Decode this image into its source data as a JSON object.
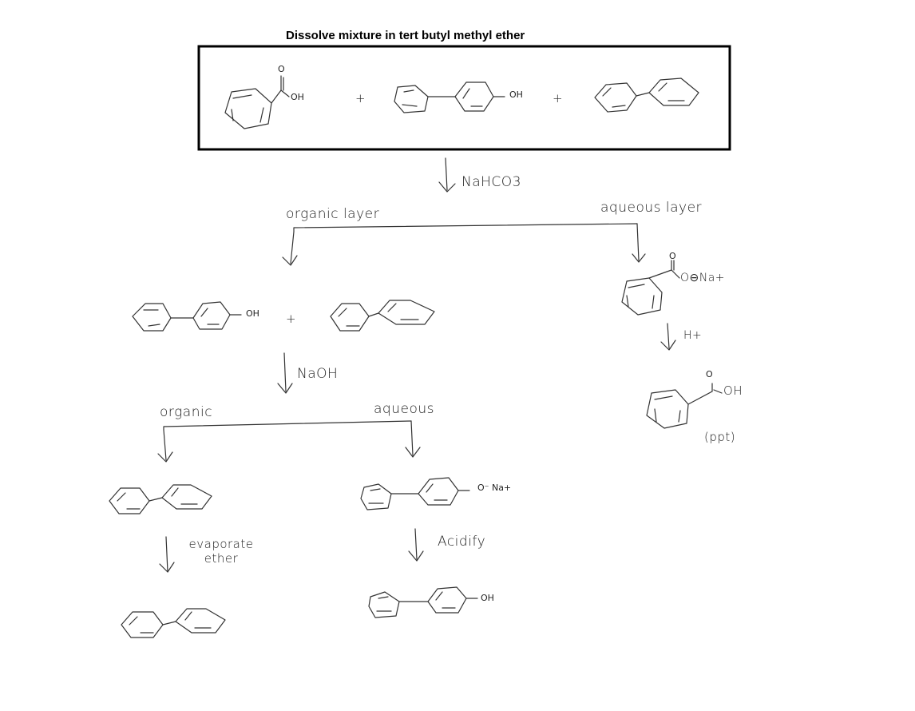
{
  "title": "Dissolve mixture in tert butyl methyl ether",
  "mixture": {
    "compound1": {
      "name": "benzoic acid",
      "labels": {
        "carbonyl_o": "O",
        "group": "OH"
      }
    },
    "plus1": "+",
    "compound2": {
      "name": "4-phenylphenol",
      "labels": {
        "group": "OH"
      }
    },
    "plus2": "+",
    "compound3": {
      "name": "biphenyl"
    }
  },
  "step1": {
    "reagent": "NaHCO3"
  },
  "branch1": {
    "organic_label": "organic layer",
    "aqueous_label": "aqueous layer",
    "aqueous_product": {
      "name": "sodium benzoate",
      "carbonyl_o": "O",
      "group": "O⊖Na+"
    },
    "acidify_reagent": "H+",
    "final_acid": {
      "name": "benzoic acid",
      "carbonyl_o": "O",
      "group": "OH",
      "note": "(ppt)"
    },
    "organic_mix": {
      "compound_a_group": "OH",
      "plus": "+"
    }
  },
  "step2": {
    "reagent": "NaOH"
  },
  "branch2": {
    "organic_label": "organic",
    "aqueous_label": "aqueous",
    "aqueous_product_group": "O⁻ Na+",
    "organic_step": "evaporate ether",
    "aqueous_step": "Acidify",
    "aqueous_final_group": "OH"
  }
}
